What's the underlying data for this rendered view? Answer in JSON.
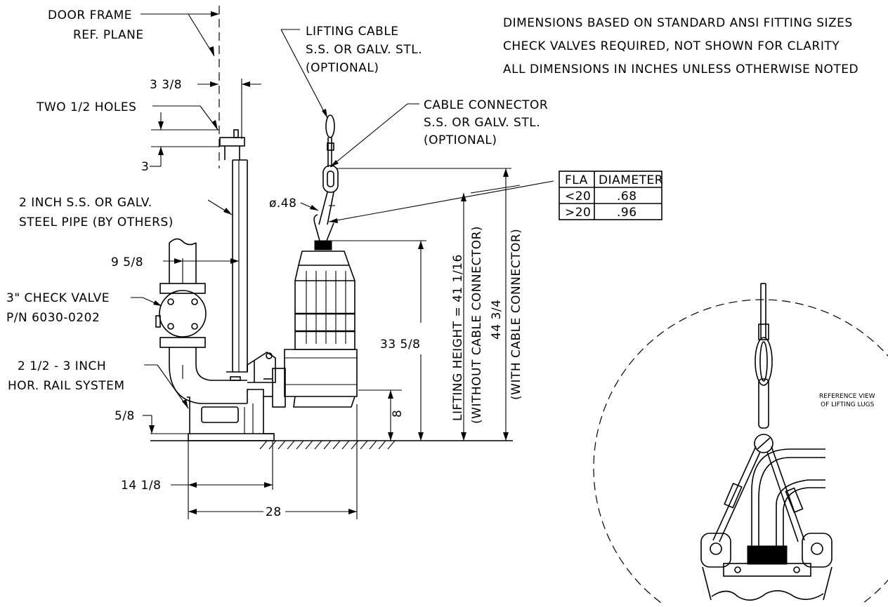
{
  "notes": [
    "DIMENSIONS BASED ON STANDARD ANSI FITTING SIZES",
    "CHECK VALVES REQUIRED, NOT SHOWN FOR CLARITY",
    "ALL DIMENSIONS IN INCHES UNLESS OTHERWISE NOTED"
  ],
  "callouts": {
    "door_frame": [
      "DOOR FRAME",
      "REF. PLANE"
    ],
    "lifting_cable": [
      "LIFTING CABLE",
      "S.S. OR GALV. STL.",
      "(OPTIONAL)"
    ],
    "cable_connector": [
      "CABLE CONNECTOR",
      "S.S. OR GALV. STL.",
      "(OPTIONAL)"
    ],
    "two_holes": "TWO 1/2 HOLES",
    "pipe": [
      "2 INCH S.S. OR GALV.",
      "STEEL PIPE (BY OTHERS)"
    ],
    "check_valve": [
      "3\" CHECK VALVE",
      "P/N 6030-0202"
    ],
    "rail_system": [
      "2 1/2 - 3 INCH",
      "HOR. RAIL SYSTEM"
    ],
    "reference_view": [
      "REFERENCE VIEW",
      "OF LIFTING LUGS"
    ]
  },
  "dimensions": {
    "d_3_3_8": "3 3/8",
    "d_3": "3",
    "d_9_5_8": "9 5/8",
    "d_5_8": "5/8",
    "d_14_1_8": "14 1/8",
    "d_28": "28",
    "d_phi_48": "ø.48",
    "d_33_5_8": "33 5/8",
    "d_8": "8",
    "lifting_height": "LIFTING HEIGHT = 41 1/16",
    "without_connector": "(WITHOUT CABLE CONNECTOR)",
    "d_44_3_4": "44 3/4",
    "with_connector": "(WITH CABLE CONNECTOR)"
  },
  "fla_table": {
    "headers": [
      "FLA",
      "DIAMETER"
    ],
    "rows": [
      [
        "<20",
        ".68"
      ],
      [
        ">20",
        ".96"
      ]
    ]
  }
}
